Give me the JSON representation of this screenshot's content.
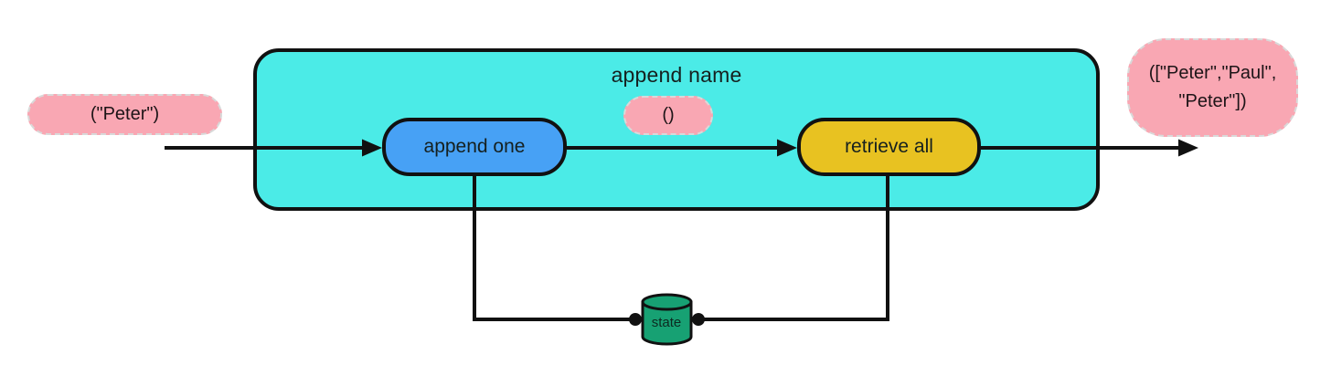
{
  "diagram": {
    "title": "append name",
    "input_pill": {
      "value": "(\"Peter\")"
    },
    "call_pill": {
      "value": "()"
    },
    "nodes": {
      "append_one": {
        "label": "append one"
      },
      "retrieve_all": {
        "label": "retrieve all"
      }
    },
    "output_pill": {
      "line1": "([\"Peter\",\"Paul\",",
      "line2": "\"Peter\"])"
    },
    "state": {
      "label": "state"
    },
    "colors": {
      "container_cyan": "#4BEBE7",
      "node_blue": "#47A1F5",
      "node_yellow": "#E8C221",
      "pill_pink": "#F9A7B3",
      "state_green": "#17A173",
      "line_black": "#111111"
    }
  }
}
